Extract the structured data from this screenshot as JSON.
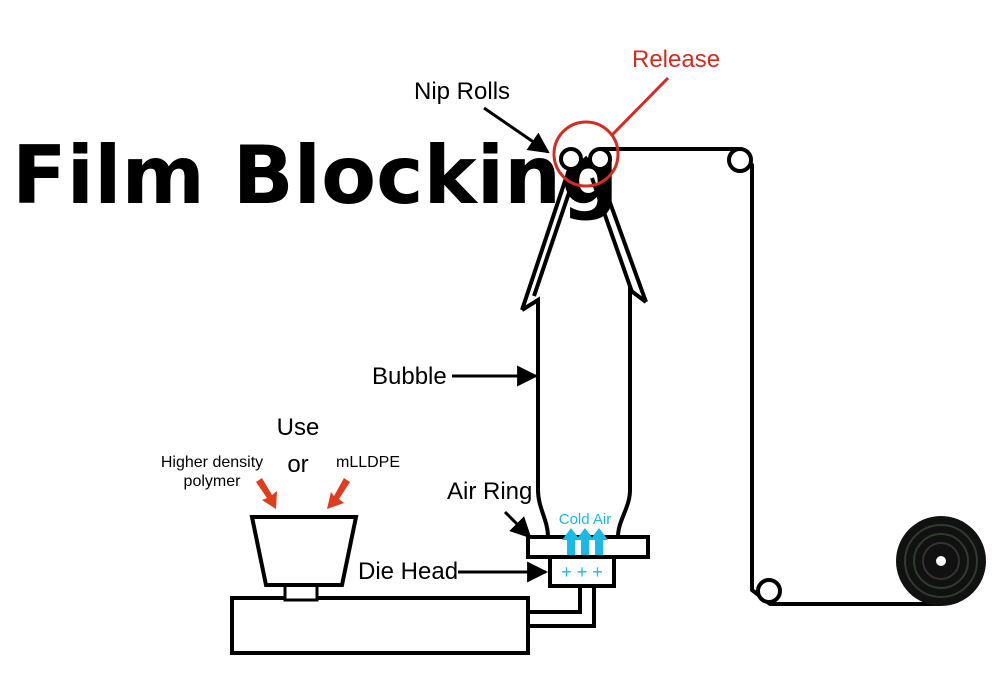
{
  "diagram": {
    "title": "Film Blocking",
    "labels": {
      "nip_rolls": "Nip Rolls",
      "release": "Release",
      "bubble": "Bubble",
      "use": "Use",
      "or": "or",
      "higher_density": "Higher density",
      "polymer": "polymer",
      "mlldpe": "mLLDPE",
      "air_ring": "Air Ring",
      "cold_air": "Cold Air",
      "die_head": "Die Head",
      "heater_symbol": "+ + +"
    },
    "colors": {
      "ink": "#000000",
      "release": "#d62b1f",
      "feed_arrow": "#e03c1e",
      "cold_air": "#19b9e8",
      "roll": "#111111"
    }
  }
}
